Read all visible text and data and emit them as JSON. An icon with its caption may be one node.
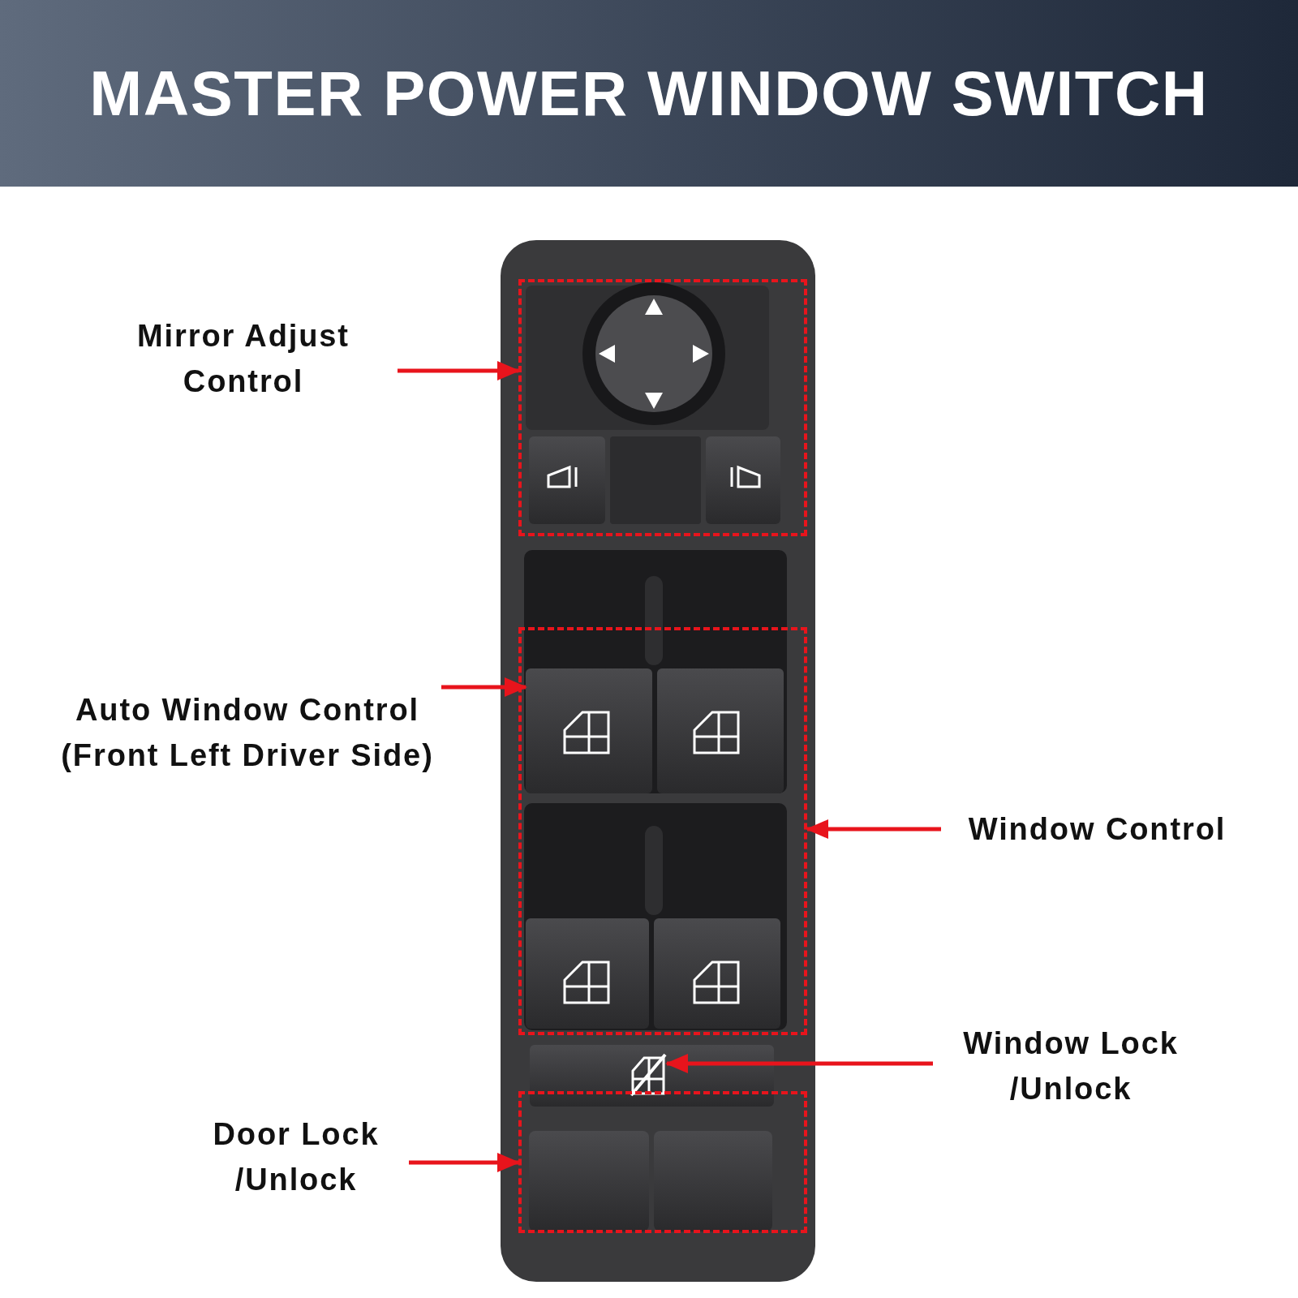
{
  "diagram": {
    "title": "MASTER POWER WINDOW SWITCH",
    "nodes": [
      {
        "text": [
          "Mirror Adjust Control"
        ]
      },
      {
        "text": [],
        "shape": "box"
      },
      {
        "text": [
          "Auto Window Control (Front Left Driver Side)"
        ]
      },
      {
        "text": [],
        "shape": "box",
        "in": 4
      },
      {
        "text": [],
        "shape": "box"
      },
      {
        "text": [
          "Window Control"
        ]
      },
      {
        "text": [
          "Window Lock /Unlock"
        ]
      },
      {
        "text": [],
        "shape": "picture"
      },
      {
        "text": [
          "Door Lock /Unlock"
        ]
      },
      {
        "text": [],
        "shape": "box"
      }
    ],
    "edges": [
      {
        "from": 0,
        "to": 1,
        "arrow": "to"
      },
      {
        "from": 2,
        "to": 3,
        "arrow": "to"
      },
      {
        "from": 5,
        "to": 4,
        "arrow": "to"
      },
      {
        "from": 6,
        "to": 7,
        "arrow": "to"
      },
      {
        "from": 8,
        "to": 9,
        "arrow": "to"
      }
    ]
  }
}
